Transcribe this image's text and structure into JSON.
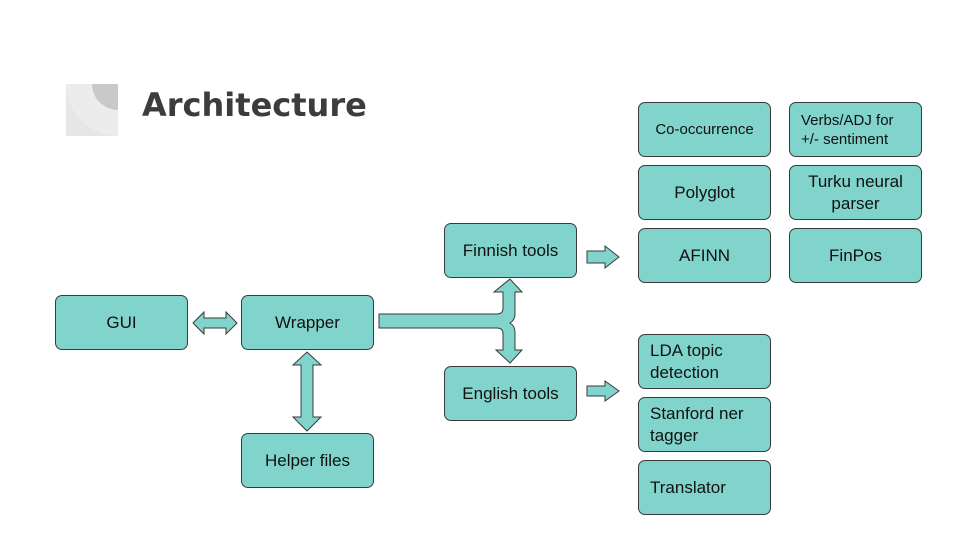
{
  "slide": {
    "title": "Architecture"
  },
  "colors": {
    "box_fill": "#80d4cc",
    "box_stroke": "#3a3a3a",
    "title": "#3c3c3c",
    "decoration": "#e6e6e6"
  },
  "nodes": {
    "gui": "GUI",
    "wrapper": "Wrapper",
    "helper_files": "Helper files",
    "finnish_tools": "Finnish tools",
    "english_tools": "English tools",
    "co_occurrence": "Co-occurrence",
    "verbs_adj": "Verbs/ADJ for +/- sentiment",
    "polyglot": "Polyglot",
    "turku": "Turku neural parser",
    "afinn": "AFINN",
    "finpos": "FinPos",
    "lda": "LDA topic detection",
    "stanford": "Stanford ner tagger",
    "translator": "Translator"
  }
}
